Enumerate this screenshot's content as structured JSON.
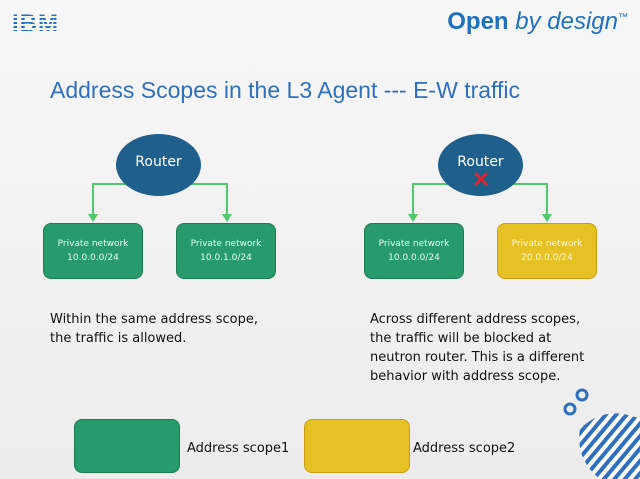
{
  "header": {
    "logo_text": "IBM",
    "brand": {
      "bold": "Open",
      "rest": "by design"
    },
    "brand_mark": "™"
  },
  "slide": {
    "title": "Address Scopes in the L3 Agent    --- E-W traffic"
  },
  "left_diagram": {
    "router_label": "Router",
    "networks": [
      {
        "name": "Private network",
        "cidr": "10.0.0.0/24",
        "scope": "scope1"
      },
      {
        "name": "Private network",
        "cidr": "10.0.1.0/24",
        "scope": "scope1"
      }
    ],
    "caption": "Within the same address scope,\nthe traffic is allowed."
  },
  "right_diagram": {
    "router_label": "Router",
    "blocked_marker": "cross-icon",
    "networks": [
      {
        "name": "Private network",
        "cidr": "10.0.0.0/24",
        "scope": "scope1"
      },
      {
        "name": "Private network",
        "cidr": "20.0.0.0/24",
        "scope": "scope2"
      }
    ],
    "caption": "Across different address scopes,\nthe traffic will be blocked at\nneutron router. This is a different\nbehavior with address scope."
  },
  "legend": {
    "scope1": {
      "label": "Address scope1",
      "color": "#279b6c"
    },
    "scope2": {
      "label": "Address scope2",
      "color": "#e6c124"
    }
  },
  "colors": {
    "router": "#1f5f8c",
    "wire": "#4fc96b",
    "title": "#2f6fbf",
    "block": "#d9262c"
  }
}
